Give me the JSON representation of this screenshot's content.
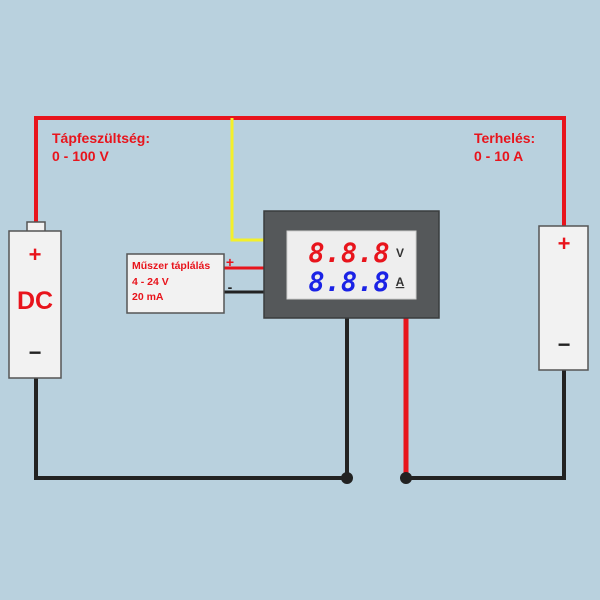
{
  "supply": {
    "title": "Tápfeszültség:",
    "range": "0 - 100 V",
    "battery_label": "DC",
    "plus": "+",
    "minus": "−"
  },
  "load": {
    "title": "Terhelés:",
    "range": "0 - 10 A",
    "plus": "+",
    "minus": "−"
  },
  "meter_power": {
    "line1": "Műszer táplálás",
    "line2": "4 - 24 V",
    "line3": "20 mA",
    "plus": "+",
    "minus": "-"
  },
  "meter": {
    "voltage_reading": "8.8.8",
    "voltage_unit": "V",
    "current_reading": "8.8.8",
    "current_unit": "A",
    "voltage_color": "#e8141c",
    "current_color": "#1a22e6"
  },
  "colors": {
    "background": "#b9d1de",
    "red_wire": "#e8141c",
    "black_wire": "#222222",
    "yellow_wire": "#f4f02a",
    "label_red": "#e8141c"
  }
}
